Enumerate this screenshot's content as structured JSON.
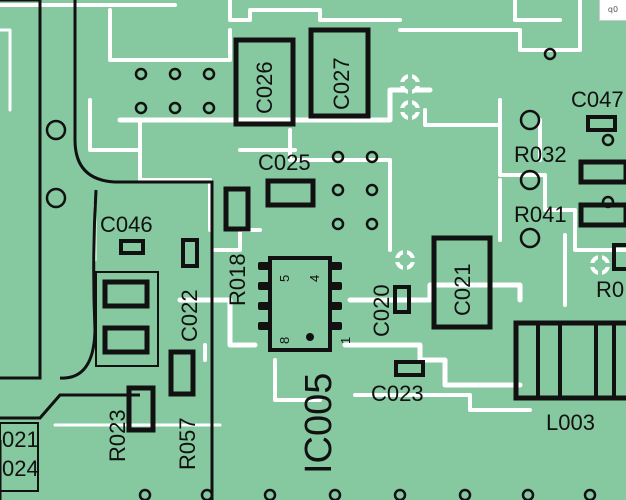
{
  "board": {
    "colors": {
      "copper": "#86c8a0",
      "trace": "#ffffff",
      "silk": "#111111"
    },
    "corner_tag": "q0",
    "components": {
      "c026": "C026",
      "c027": "C027",
      "c025": "C025",
      "c046": "C046",
      "c022": "C022",
      "r018": "R018",
      "c020": "C020",
      "c021": "C021",
      "c023": "C023",
      "ic005": "IC005",
      "r023": "R023",
      "r057": "R057",
      "c047": "C047",
      "r032": "R032",
      "r041": "R041",
      "r0_partial": "R0",
      "l003": "L003",
      "left_021": "021",
      "left_024": "024"
    },
    "ic_pins": {
      "pin1": "1",
      "pin4": "4",
      "pin5": "5",
      "pin8": "8"
    }
  }
}
